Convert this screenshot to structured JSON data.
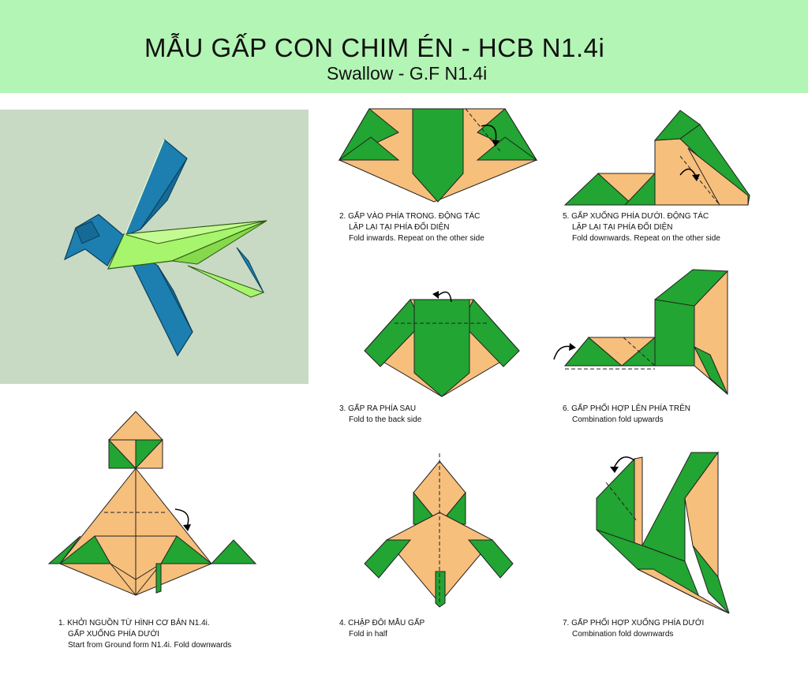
{
  "header": {
    "title": "MẪU GẤP CON CHIM ÉN - HCB N1.4i",
    "subtitle": "Swallow - G.F N1.4i"
  },
  "colors": {
    "header_bg": "#b3f5b4",
    "paper_front": "#22a532",
    "paper_back": "#f7bf7c",
    "photo_bg": "#c8dac4",
    "swallow_blue": "#1d7fb0",
    "swallow_lime": "#a6f56c"
  },
  "steps": [
    {
      "vi1": "1. KHỞI NGUỒN TỪ HÌNH CƠ BẢN N1.4i.",
      "vi2": "GẤP XUỐNG PHÍA DƯỚI",
      "en": "Start from Ground form N1.4i. Fold downwards"
    },
    {
      "vi1": "2. GẤP VÀO PHÍA TRONG. ĐỘNG TÁC",
      "vi2": "LẶP LẠI TẠI PHÍA ĐỐI DIỆN",
      "en": "Fold inwards. Repeat on the other side"
    },
    {
      "vi1": "3. GẤP RA PHÍA SAU",
      "en": "Fold to the back side"
    },
    {
      "vi1": "4. CHẬP ĐÔI MẪU GẤP",
      "en": "Fold in half"
    },
    {
      "vi1": "5. GẤP XUỐNG PHÍA DƯỚI. ĐỘNG TÁC",
      "vi2": "LẶP LẠI TẠI PHÍA ĐỐI DIỆN",
      "en": "Fold downwards. Repeat on the other side"
    },
    {
      "vi1": "6. GẤP PHỐI HỢP LÊN PHÍA TRÊN",
      "en": "Combination fold upwards"
    },
    {
      "vi1": "7. GẤP PHỐI HỢP XUỐNG PHÍA DƯỚI",
      "en": "Combination fold downwards"
    }
  ]
}
